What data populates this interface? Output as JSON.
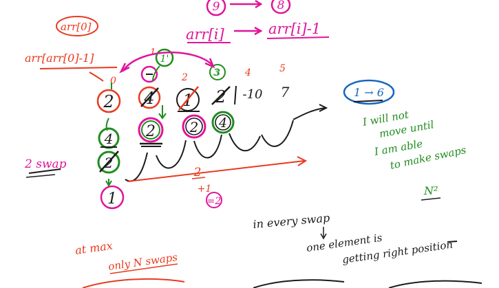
{
  "colors": {
    "magenta": "#e0149a",
    "red": "#e8391e",
    "green": "#1e8c1e",
    "blue": "#1565c0",
    "black": "#1a1a1a"
  },
  "top": {
    "left_num": "9",
    "right_num": "8"
  },
  "labels": {
    "arr0": "arr[0]",
    "arr_arr0": "arr[arr[0]-1]",
    "arr_i": "arr[i]",
    "arr_i_minus": "arr[i]-1",
    "two_swap": "2 swap",
    "at_max": "at max",
    "only_n_swaps": "only N swaps",
    "in_every_swap": "in every swap",
    "one_element": "one element is",
    "getting_right": "getting right position",
    "range": "1 → 6",
    "note_line1": "I will not",
    "note_line2": "move until",
    "note_line3": "I am able",
    "note_line4": "to make swaps",
    "n_squared": "N²",
    "one_prime": "1'",
    "plus_one": "+1",
    "two_mid": "2"
  },
  "index_row": [
    "0",
    "1",
    "2",
    "3",
    "4",
    "5"
  ],
  "array_values": [
    "2",
    "4",
    "1",
    "2",
    "-10",
    "7"
  ],
  "swap_circles": [
    "2",
    "2",
    "4"
  ],
  "left_stack": [
    "4",
    "2",
    "1"
  ],
  "circled_three": "3"
}
